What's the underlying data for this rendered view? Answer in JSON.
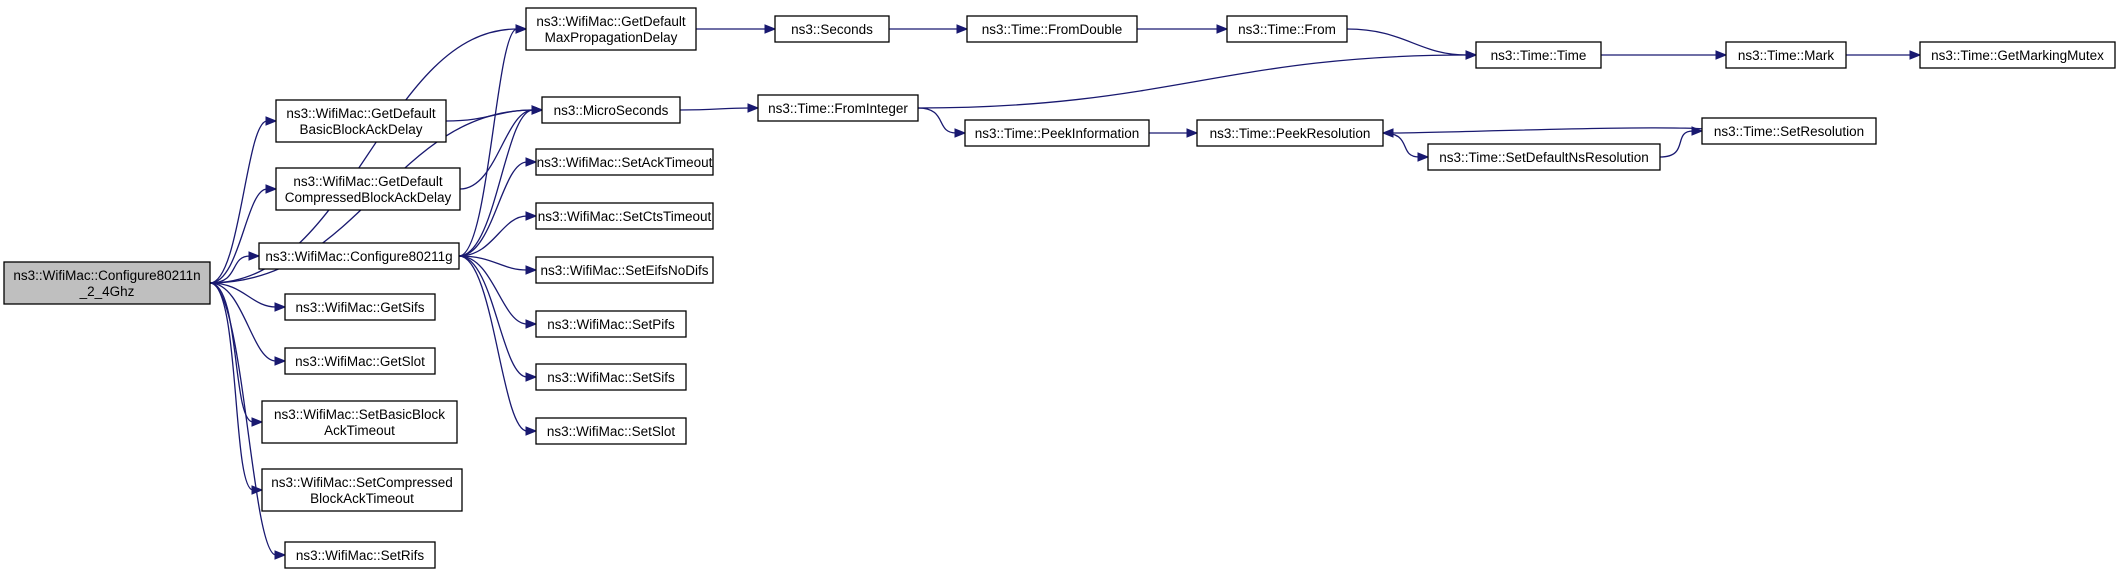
{
  "graph": {
    "edge_color": "#191970",
    "root_fill": "#bfbfbf",
    "nodes": [
      {
        "id": "root",
        "lines": [
          "ns3::WifiMac::Configure80211n",
          "_2_4Ghz"
        ]
      },
      {
        "id": "propdelay",
        "lines": [
          "ns3::WifiMac::GetDefault",
          "MaxPropagationDelay"
        ]
      },
      {
        "id": "basicack",
        "lines": [
          "ns3::WifiMac::GetDefault",
          "BasicBlockAckDelay"
        ]
      },
      {
        "id": "compack",
        "lines": [
          "ns3::WifiMac::GetDefault",
          "CompressedBlockAckDelay"
        ]
      },
      {
        "id": "conf11g",
        "lines": [
          "ns3::WifiMac::Configure80211g"
        ]
      },
      {
        "id": "getsifs",
        "lines": [
          "ns3::WifiMac::GetSifs"
        ]
      },
      {
        "id": "getslot",
        "lines": [
          "ns3::WifiMac::GetSlot"
        ]
      },
      {
        "id": "setbasic",
        "lines": [
          "ns3::WifiMac::SetBasicBlock",
          "AckTimeout"
        ]
      },
      {
        "id": "setcomp",
        "lines": [
          "ns3::WifiMac::SetCompressed",
          "BlockAckTimeout"
        ]
      },
      {
        "id": "setrifs",
        "lines": [
          "ns3::WifiMac::SetRifs"
        ]
      },
      {
        "id": "micro",
        "lines": [
          "ns3::MicroSeconds"
        ]
      },
      {
        "id": "setacktimeout",
        "lines": [
          "ns3::WifiMac::SetAckTimeout"
        ]
      },
      {
        "id": "setctstimeout",
        "lines": [
          "ns3::WifiMac::SetCtsTimeout"
        ]
      },
      {
        "id": "seteifs",
        "lines": [
          "ns3::WifiMac::SetEifsNoDifs"
        ]
      },
      {
        "id": "setpifs",
        "lines": [
          "ns3::WifiMac::SetPifs"
        ]
      },
      {
        "id": "setsifs",
        "lines": [
          "ns3::WifiMac::SetSifs"
        ]
      },
      {
        "id": "setslot",
        "lines": [
          "ns3::WifiMac::SetSlot"
        ]
      },
      {
        "id": "seconds",
        "lines": [
          "ns3::Seconds"
        ]
      },
      {
        "id": "fromdouble",
        "lines": [
          "ns3::Time::FromDouble"
        ]
      },
      {
        "id": "from",
        "lines": [
          "ns3::Time::From"
        ]
      },
      {
        "id": "time",
        "lines": [
          "ns3::Time::Time"
        ]
      },
      {
        "id": "mark",
        "lines": [
          "ns3::Time::Mark"
        ]
      },
      {
        "id": "mutex",
        "lines": [
          "ns3::Time::GetMarkingMutex"
        ]
      },
      {
        "id": "fromint",
        "lines": [
          "ns3::Time::FromInteger"
        ]
      },
      {
        "id": "peekinfo",
        "lines": [
          "ns3::Time::PeekInformation"
        ]
      },
      {
        "id": "peekres",
        "lines": [
          "ns3::Time::PeekResolution"
        ]
      },
      {
        "id": "setdefres",
        "lines": [
          "ns3::Time::SetDefaultNsResolution"
        ]
      },
      {
        "id": "setres",
        "lines": [
          "ns3::Time::SetResolution"
        ]
      }
    ],
    "edges": [
      [
        "root",
        "propdelay"
      ],
      [
        "root",
        "micro"
      ],
      [
        "root",
        "basicack"
      ],
      [
        "root",
        "compack"
      ],
      [
        "root",
        "conf11g"
      ],
      [
        "root",
        "getsifs"
      ],
      [
        "root",
        "getslot"
      ],
      [
        "root",
        "setbasic"
      ],
      [
        "root",
        "setcomp"
      ],
      [
        "root",
        "setrifs"
      ],
      [
        "basicack",
        "micro"
      ],
      [
        "compack",
        "micro"
      ],
      [
        "conf11g",
        "propdelay"
      ],
      [
        "conf11g",
        "micro"
      ],
      [
        "conf11g",
        "setacktimeout"
      ],
      [
        "conf11g",
        "setctstimeout"
      ],
      [
        "conf11g",
        "seteifs"
      ],
      [
        "conf11g",
        "setpifs"
      ],
      [
        "conf11g",
        "setsifs"
      ],
      [
        "conf11g",
        "setslot"
      ],
      [
        "propdelay",
        "seconds"
      ],
      [
        "seconds",
        "fromdouble"
      ],
      [
        "fromdouble",
        "from"
      ],
      [
        "from",
        "time"
      ],
      [
        "micro",
        "fromint"
      ],
      [
        "fromint",
        "time"
      ],
      [
        "fromint",
        "peekinfo"
      ],
      [
        "peekinfo",
        "peekres"
      ],
      [
        "peekres",
        "setdefres"
      ],
      [
        "setdefres",
        "setres"
      ],
      [
        "setres",
        "peekres"
      ],
      [
        "time",
        "mark"
      ],
      [
        "mark",
        "mutex"
      ]
    ]
  }
}
